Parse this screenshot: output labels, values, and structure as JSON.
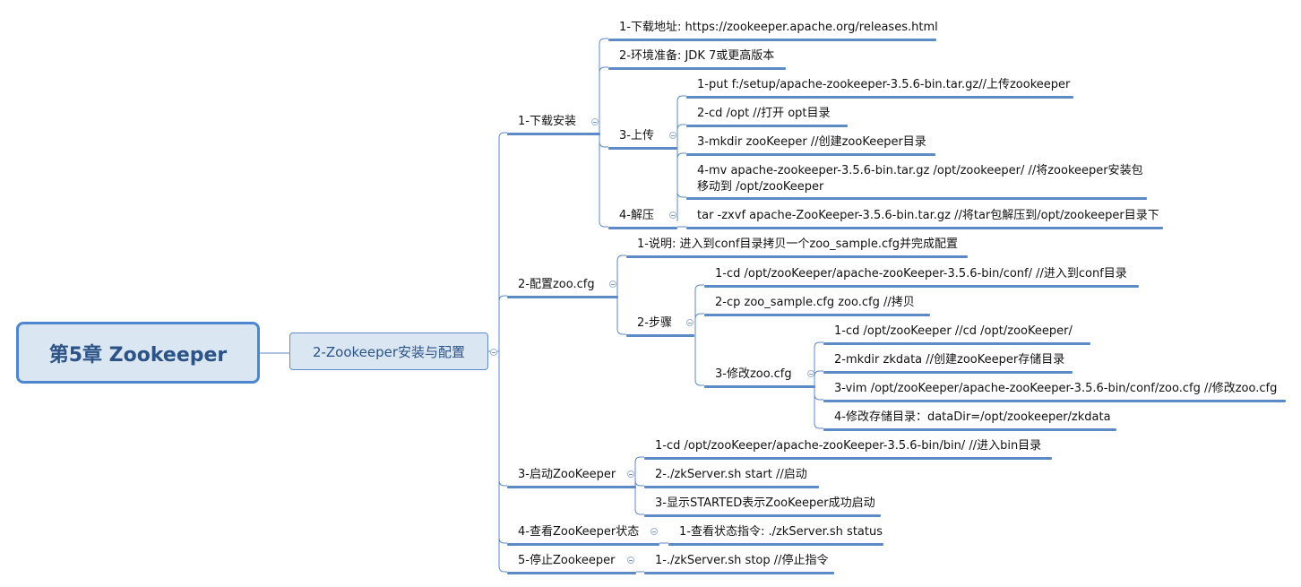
{
  "root": {
    "title": "第5章 Zookeeper"
  },
  "topic": {
    "title": "2-Zookeeper安装与配置"
  },
  "branches": [
    {
      "label": "1-下载安装",
      "children": [
        {
          "label": "1-下载地址: https://zookeeper.apache.org/releases.html"
        },
        {
          "label": "2-环境准备: JDK 7或更高版本"
        },
        {
          "label": "3-上传",
          "children": [
            {
              "label": "1-put f:/setup/apache-zookeeper-3.5.6-bin.tar.gz//上传zookeeper"
            },
            {
              "label": "2-cd /opt  //打开 opt目录"
            },
            {
              "label": "3-mkdir  zooKeeper //创建zooKeeper目录"
            },
            {
              "label": "4-mv apache-zookeeper-3.5.6-bin.tar.gz /opt/zookeeper/  //将zookeeper安装包移动到 /opt/zooKeeper"
            }
          ]
        },
        {
          "label": "4-解压",
          "children": [
            {
              "label": "tar -zxvf apache-ZooKeeper-3.5.6-bin.tar.gz  //将tar包解压到/opt/zookeeper目录下"
            }
          ]
        }
      ]
    },
    {
      "label": "2-配置zoo.cfg",
      "children": [
        {
          "label": "1-说明: 进入到conf目录拷贝一个zoo_sample.cfg并完成配置"
        },
        {
          "label": "2-步骤",
          "children": [
            {
              "label": "1-cd /opt/zooKeeper/apache-zooKeeper-3.5.6-bin/conf/ //进入到conf目录"
            },
            {
              "label": "2-cp  zoo_sample.cfg  zoo.cfg //拷贝"
            },
            {
              "label": "3-修改zoo.cfg",
              "children": [
                {
                  "label": "1-cd /opt/zooKeeper  //cd /opt/zooKeeper/"
                },
                {
                  "label": "2-mkdir  zkdata //创建zooKeeper存储目录"
                },
                {
                  "label": "3-vim /opt/zooKeeper/apache-zooKeeper-3.5.6-bin/conf/zoo.cfg //修改zoo.cfg"
                },
                {
                  "label": "4-修改存储目录：dataDir=/opt/zookeeper/zkdata"
                }
              ]
            }
          ]
        }
      ]
    },
    {
      "label": "3-启动ZooKeeper",
      "children": [
        {
          "label": "1-cd /opt/zooKeeper/apache-zooKeeper-3.5.6-bin/bin/ //进入bin目录"
        },
        {
          "label": "2-./zkServer.sh  start //启动"
        },
        {
          "label": "3-显示STARTED表示ZooKeeper成功启动"
        }
      ]
    },
    {
      "label": "4-查看ZooKeeper状态",
      "children": [
        {
          "label": "1-查看状态指令: ./zkServer.sh status"
        }
      ]
    },
    {
      "label": "5-停止Zookeeper",
      "children": [
        {
          "label": "1-./zkServer.sh stop //停止指令"
        }
      ]
    }
  ],
  "colors": {
    "line": "#5b8ac6",
    "node_fill": "#dbe6f3",
    "root_border": "#4f86d0",
    "text_title": "#2c5387"
  }
}
